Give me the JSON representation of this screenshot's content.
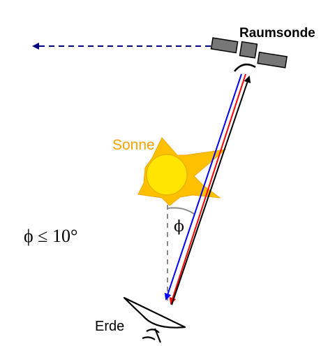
{
  "labels": {
    "probe": "Raumsonde",
    "sun": "Sonne",
    "earth": "Erde",
    "angle": "ϕ",
    "condition": "ϕ ≤ 10°"
  },
  "colors": {
    "sun_fill": "#FFE600",
    "sun_rays": "#FFC000",
    "sun_label": "#F5A300",
    "signal_blue": "#0000FF",
    "signal_red": "#FF0000",
    "signal_black": "#000000",
    "dashed_arrow": "#000080",
    "panel_gray": "#777777",
    "dashed_gray": "#8C8C8C"
  }
}
